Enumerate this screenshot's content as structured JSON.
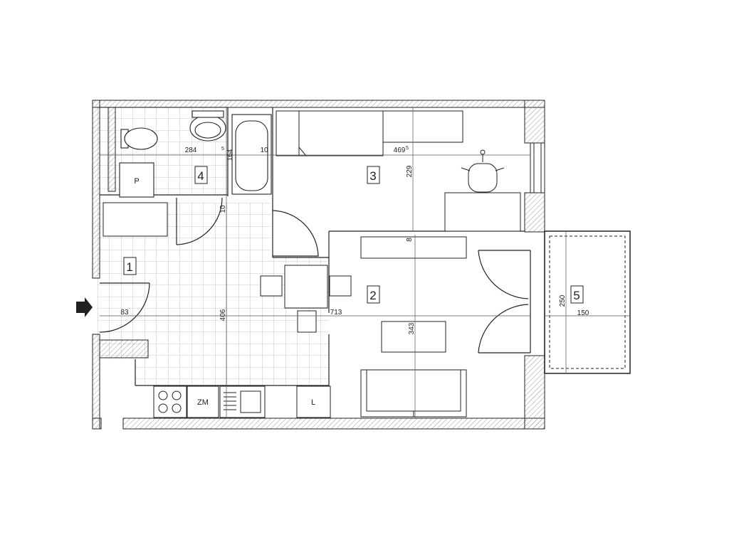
{
  "room_numbers": {
    "r1": "1",
    "r2": "2",
    "r3": "3",
    "r4": "4",
    "r5": "5"
  },
  "dimensions": {
    "d284": "284",
    "d164": "164",
    "d164_sup": "5",
    "d10_top": "10",
    "d4695": "469",
    "d4695_sup": "5",
    "d229": "229",
    "d10_mid": "10",
    "d8": "8",
    "d83": "83",
    "d406": "406",
    "d713": "713",
    "d343": "343",
    "d250": "250",
    "d150": "150"
  },
  "appliances": {
    "p": "P",
    "zm": "ZM",
    "l": "L"
  },
  "colors": {
    "wall_hatch": "#9a9a9a",
    "line": "#222222",
    "grid": "#b8b8b8",
    "arrow": "#222222"
  },
  "icons": {
    "entrance": "entrance-arrow-icon"
  }
}
